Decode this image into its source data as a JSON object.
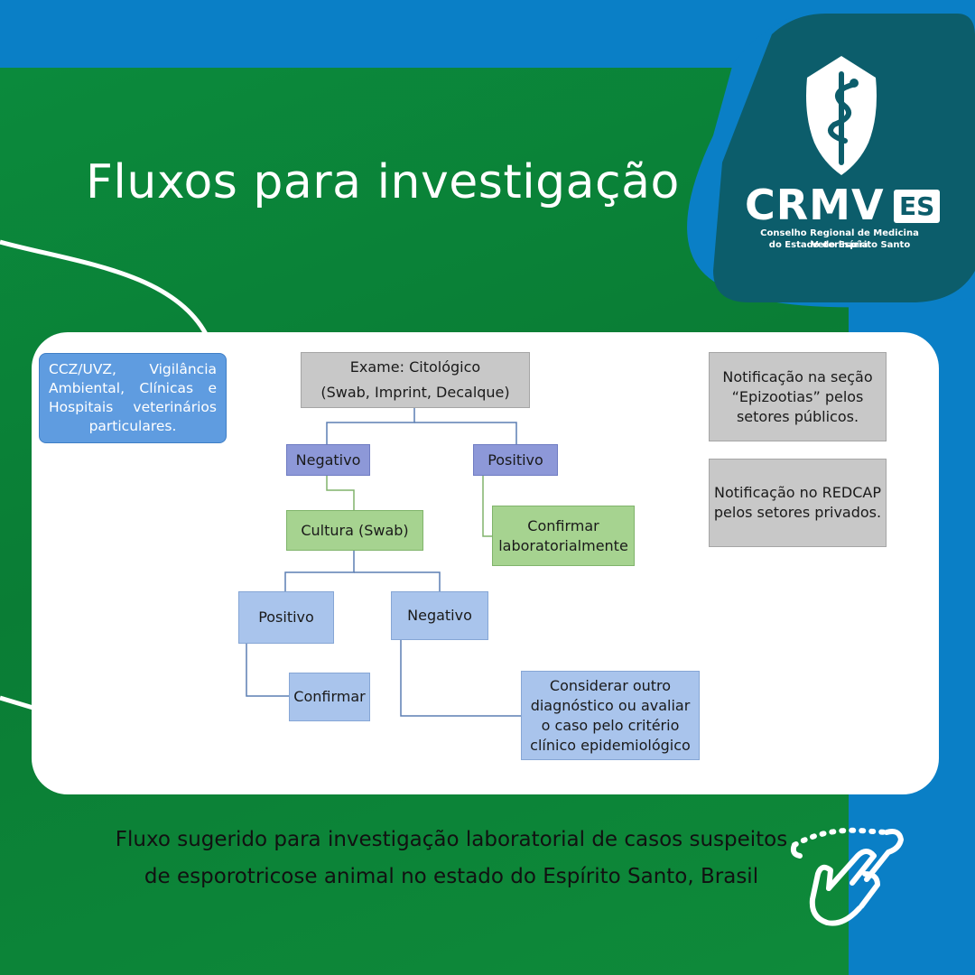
{
  "page": {
    "title": "Fluxos para investigação",
    "caption": "Fluxo sugerido para investigação laboratorial de casos suspeitos de esporotricose animal no estado do Espírito Santo, Brasil",
    "colors": {
      "blue": "#0a7fc6",
      "green": "#0b8a3c",
      "logo_teal": "#0c5d6b"
    }
  },
  "logo": {
    "mark": "CRMV",
    "badge": "ES",
    "subtitle_line1": "Conselho Regional de Medicina Veterinária",
    "subtitle_line2": "do Estado do Espírito Santo",
    "icon": "caduceus-shield-icon"
  },
  "diagram": {
    "source": "CCZ/UVZ, Vigilância Ambiental, Clínicas e Hospitais veterinários particulares.",
    "root_line1": "Exame: Citológico",
    "root_line2": "(Swab, Imprint, Decalque)",
    "negativo_1": "Negativo",
    "positivo_1": "Positivo",
    "cultura": "Cultura (Swab)",
    "confirmar_lab": "Confirmar laboratorialmente",
    "positivo_2": "Positivo",
    "negativo_2": "Negativo",
    "confirmar": "Confirmar",
    "considerar": "Considerar outro diagnóstico ou avaliar o caso pelo critério clínico epidemiológico",
    "notif_publica": "Notificação na seção “Epizootias” pelos setores públicos.",
    "notif_privada": "Notificação no REDCAP pelos setores privados."
  },
  "icons": {
    "hand": "tap-hand-icon"
  }
}
